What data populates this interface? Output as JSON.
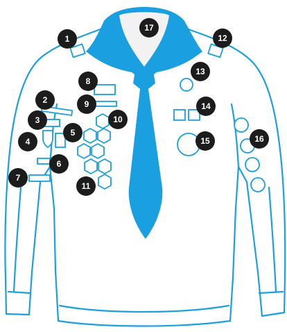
{
  "colors": {
    "outline": "#1a9fe0",
    "scarf": "#1a9fe0",
    "collar_inner": "#f2f2f2",
    "badge_fill": "#ffffff",
    "marker": "#1c1c1c",
    "marker_text": "#ffffff"
  },
  "markers": [
    {
      "id": "1",
      "label": "1"
    },
    {
      "id": "2",
      "label": "2"
    },
    {
      "id": "3",
      "label": "3"
    },
    {
      "id": "4",
      "label": "4"
    },
    {
      "id": "5",
      "label": "5"
    },
    {
      "id": "6",
      "label": "6"
    },
    {
      "id": "7",
      "label": "7"
    },
    {
      "id": "8",
      "label": "8"
    },
    {
      "id": "9",
      "label": "9"
    },
    {
      "id": "10",
      "label": "10"
    },
    {
      "id": "11",
      "label": "11"
    },
    {
      "id": "12",
      "label": "12"
    },
    {
      "id": "13",
      "label": "13"
    },
    {
      "id": "14",
      "label": "14"
    },
    {
      "id": "15",
      "label": "15"
    },
    {
      "id": "16",
      "label": "16"
    },
    {
      "id": "17",
      "label": "17"
    }
  ]
}
